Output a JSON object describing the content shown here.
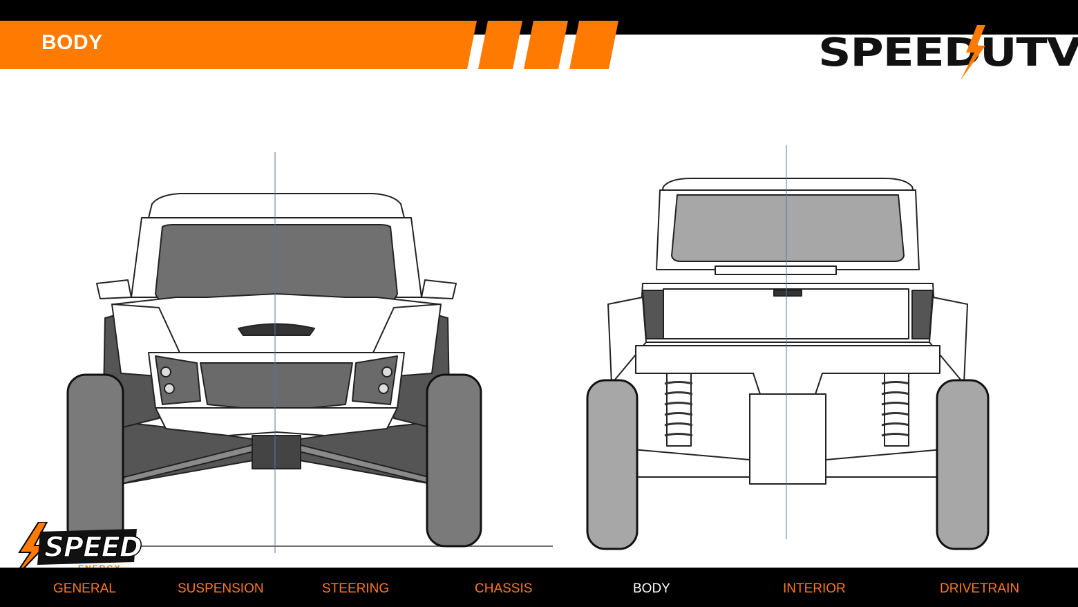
{
  "header": {
    "title": "BODY",
    "accent_color": "#ff7a00"
  },
  "logo": {
    "word_left": "SPEED",
    "word_right": "UTV"
  },
  "footer_logo": {
    "word": "SPEED",
    "sub": "ENERGY"
  },
  "nav": {
    "items": [
      {
        "label": "GENERAL",
        "active": false
      },
      {
        "label": "SUSPENSION",
        "active": false
      },
      {
        "label": "STEERING",
        "active": false
      },
      {
        "label": "CHASSIS",
        "active": false
      },
      {
        "label": "BODY",
        "active": true
      },
      {
        "label": "INTERIOR",
        "active": false
      },
      {
        "label": "DRIVETRAIN",
        "active": false
      }
    ],
    "active_color": "#ffffff",
    "inactive_color": "#ff7a1a"
  },
  "views": {
    "front": "front-view-drawing",
    "rear": "rear-view-drawing"
  }
}
